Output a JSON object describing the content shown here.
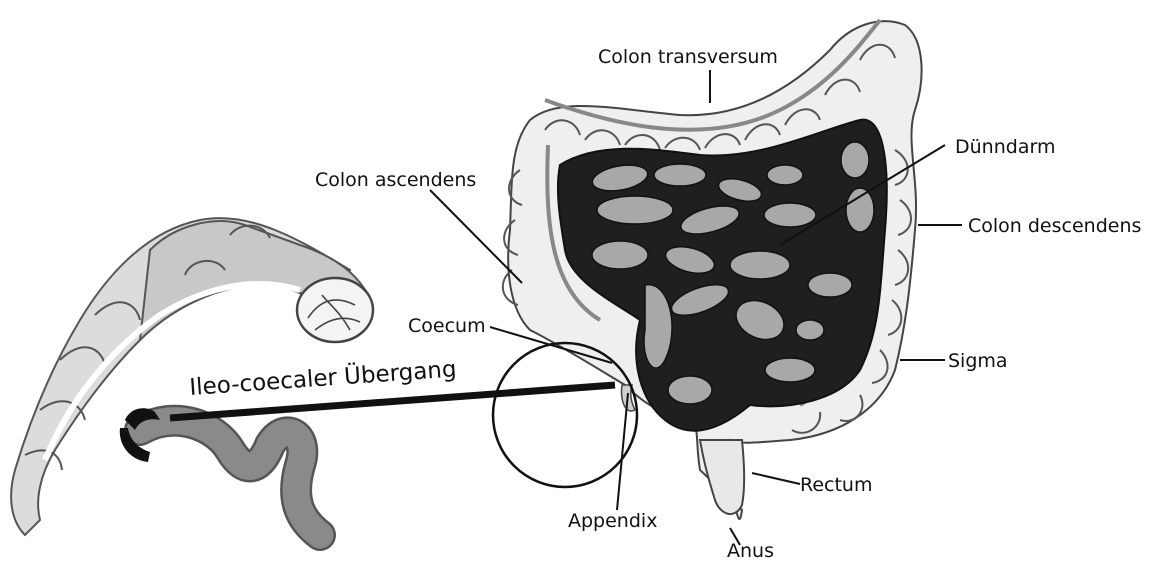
{
  "labels": {
    "colon_transversum": "Colon transversum",
    "duenndarm": "Dünndarm",
    "colon_ascendens": "Colon ascendens",
    "colon_descendens": "Colon descendens",
    "coecum": "Coecum",
    "sigma": "Sigma",
    "ileo_coecaler": "Ileo-coecaler Übergang",
    "rectum": "Rectum",
    "appendix": "Appendix",
    "anus": "Anus"
  },
  "colors": {
    "colon_fill": "#eeeeee",
    "colon_outline": "#444444",
    "small_intestine_dark": "#1f1f1f",
    "small_intestine_loop": "#a8a8a8",
    "ileum": "#7a7a7a",
    "line": "#111111"
  }
}
